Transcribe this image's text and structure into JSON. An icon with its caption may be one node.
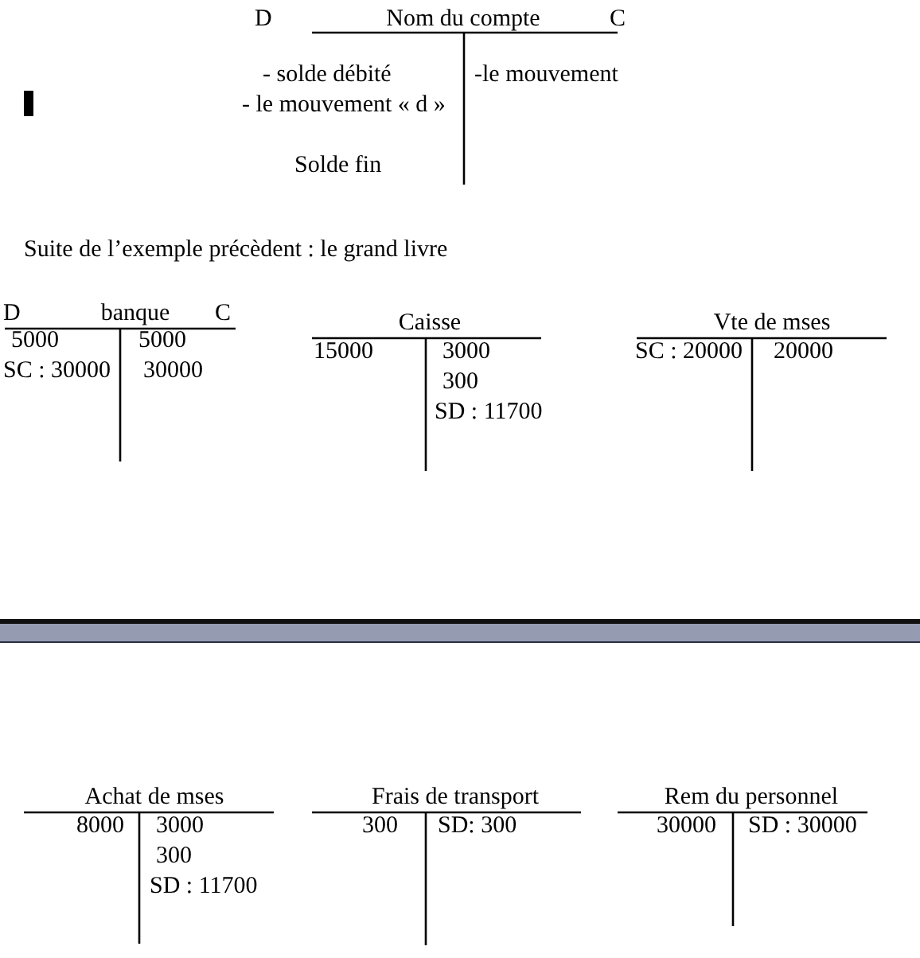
{
  "diagram": {
    "nodes": [
      {
        "text": [
          "D",
          "Nom du compte",
          "C",
          "- solde débité",
          "-le mouvement",
          "- le mouvement « d »",
          "Solde fin"
        ]
      },
      {
        "text": [
          "D",
          "banque",
          "C",
          "5000",
          "5000",
          "SC : 30000",
          "30000"
        ]
      },
      {
        "text": [
          "Caisse",
          "15000",
          "3000",
          "300",
          "SD : 11700"
        ]
      },
      {
        "text": [
          "Vte de mses",
          "SC : 20000",
          "20000"
        ]
      },
      {
        "text": [
          "Achat de mses",
          "8000",
          "3000",
          "300",
          "SD : 11700"
        ]
      },
      {
        "text": [
          "Frais de transport",
          "300",
          "SD: 300"
        ]
      },
      {
        "text": [
          "Rem du personnel",
          "30000",
          "SD : 30000"
        ]
      }
    ],
    "edges": [],
    "labels": [
      "Suite de l’exemple précèdent : le grand livre"
    ]
  }
}
